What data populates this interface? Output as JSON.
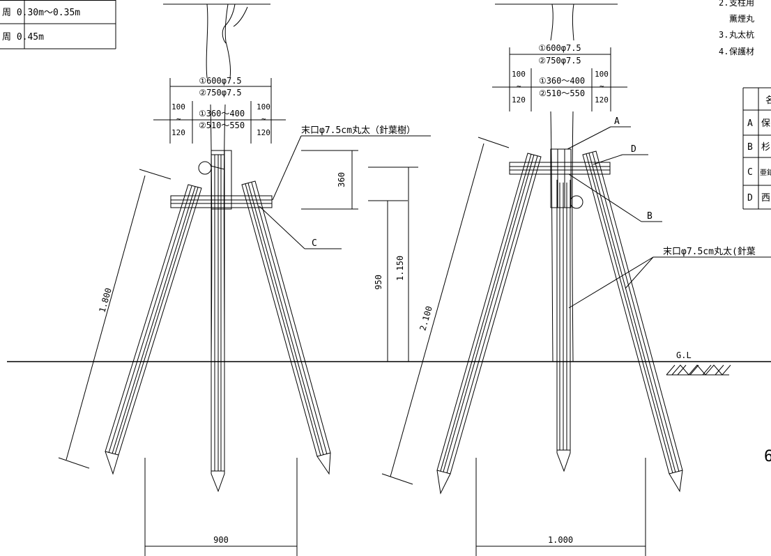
{
  "spec_table": {
    "rows": [
      {
        "label": "周 0.30m～0.35m"
      },
      {
        "label": "周 0.45m"
      }
    ]
  },
  "notes": [
    {
      "num": "2.",
      "text": "支柱用"
    },
    {
      "num": "",
      "text": "薫煙丸"
    },
    {
      "num": "3.",
      "text": "丸太杭"
    },
    {
      "num": "4.",
      "text": "保護材"
    }
  ],
  "parts_table": {
    "header": "名",
    "rows": [
      {
        "key": "A",
        "name": "保"
      },
      {
        "key": "B",
        "name": "杉"
      },
      {
        "key": "C",
        "name": "亜鉛"
      },
      {
        "key": "D",
        "name": "西"
      }
    ]
  },
  "left_view": {
    "spread_top": "①600φ7.5",
    "spread_bottom": "②750φ7.5",
    "inner_top": "①360～400",
    "inner_bottom": "②510～550",
    "side_top": "100",
    "side_tilde": "~",
    "side_bottom": "120",
    "log_label": "末口φ7.5cm丸太（針葉樹）",
    "dim_360": "360",
    "dim_950": "950",
    "dim_1150": "1.150",
    "dim_1800": "1.800",
    "dim_900": "900",
    "callout_c": "C"
  },
  "right_view": {
    "spread_top": "①600φ7.5",
    "spread_bottom": "②750φ7.5",
    "inner_top": "①360～400",
    "inner_bottom": "②510～550",
    "side_top": "100",
    "side_tilde": "~",
    "side_bottom": "120",
    "log_label": "末口φ7.5cm丸太(針葉",
    "dim_2100": "2.100",
    "dim_1000": "1.000",
    "callout_a": "A",
    "callout_b": "B",
    "callout_d": "D",
    "ground_label": "G.L"
  },
  "edge_glyph": "6"
}
